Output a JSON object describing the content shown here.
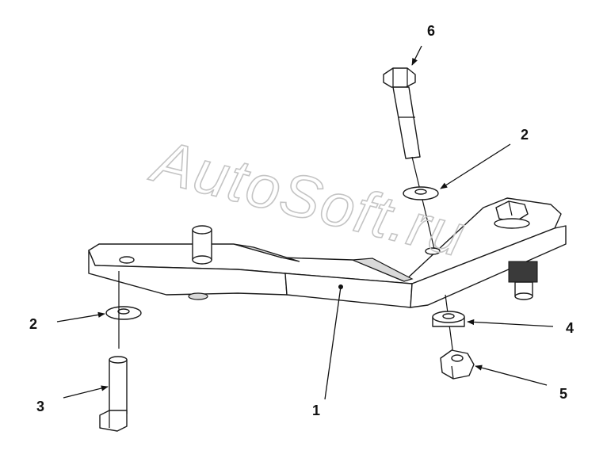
{
  "watermark": "AutoSoft.ru",
  "callouts": [
    {
      "id": "c6",
      "label": "6"
    },
    {
      "id": "c2a",
      "label": "2"
    },
    {
      "id": "c2b",
      "label": "2"
    },
    {
      "id": "c4",
      "label": "4"
    },
    {
      "id": "c3",
      "label": "3"
    },
    {
      "id": "c5",
      "label": "5"
    },
    {
      "id": "c1",
      "label": "1"
    }
  ],
  "colors": {
    "line": "#1a1a1a",
    "watermark": "#c4c4c4",
    "background": "#ffffff"
  }
}
